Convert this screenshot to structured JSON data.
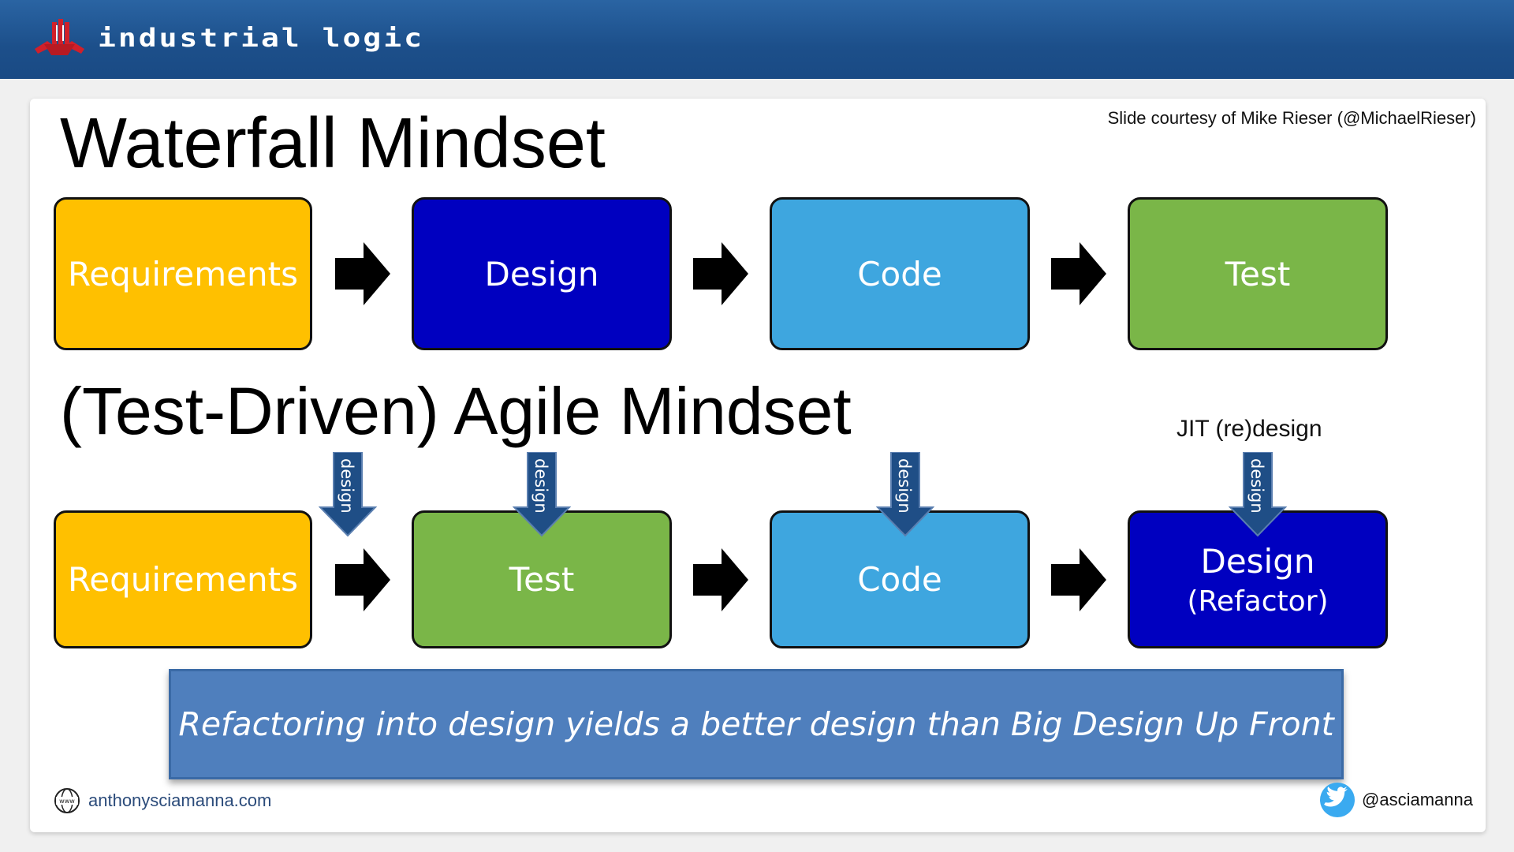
{
  "header": {
    "logo_text": "industrial logic",
    "colors": {
      "bar": "#1c4f8a",
      "logo_red": "#d1202a"
    }
  },
  "slide": {
    "courtesy": "Slide courtesy of Mike Rieser (@MichaelRieser)",
    "waterfall": {
      "title": "Waterfall Mindset",
      "steps": [
        {
          "label": "Requirements",
          "color": "#ffc000"
        },
        {
          "label": "Design",
          "color": "#0000c0"
        },
        {
          "label": "Code",
          "color": "#3ea6df"
        },
        {
          "label": "Test",
          "color": "#7ab648"
        }
      ]
    },
    "agile": {
      "title": "(Test-Driven) Agile Mindset",
      "steps": [
        {
          "label": "Requirements",
          "color": "#ffc000"
        },
        {
          "label": "Test",
          "color": "#7ab648"
        },
        {
          "label": "Code",
          "color": "#3ea6df"
        },
        {
          "label": "Design",
          "sub": "(Refactor)",
          "color": "#0000c0"
        }
      ],
      "design_label": "design",
      "jit_label": "JIT (re)design"
    },
    "banner": "Refactoring into design yields a better design than Big Design Up Front",
    "footer": {
      "website": "anthonysciamanna.com",
      "twitter": "@asciamanna",
      "icons": [
        "globe-www-icon",
        "twitter-bird-icon"
      ]
    }
  }
}
